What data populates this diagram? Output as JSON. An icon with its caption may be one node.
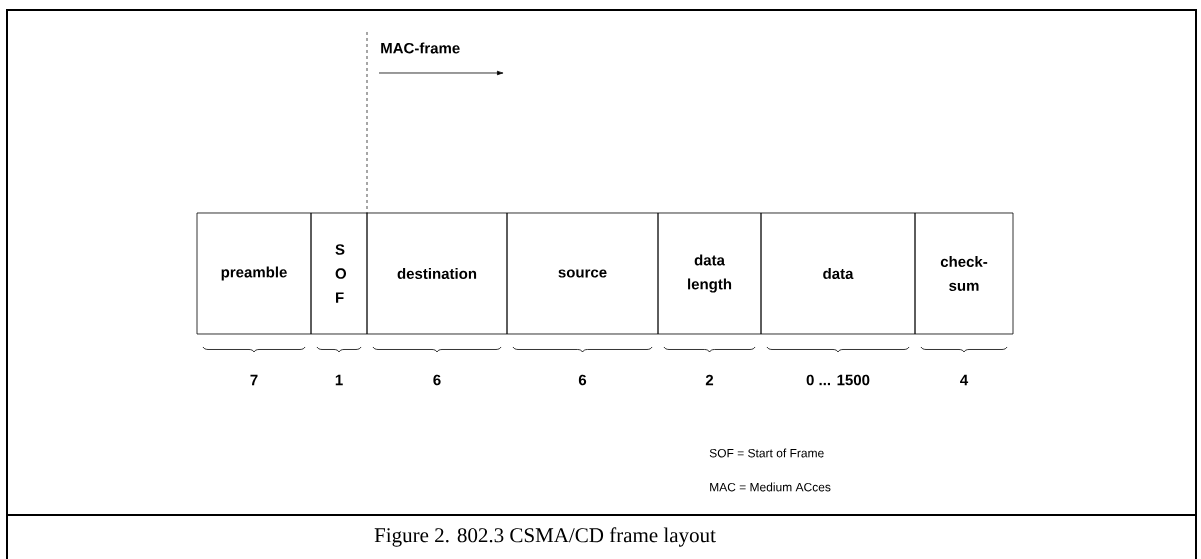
{
  "diagram": {
    "caption": "Figure 2. 802.3 CSMA/CD frame layout",
    "nodes": [
      {
        "text": [
          "preamble"
        ],
        "beside": [
          "7"
        ]
      },
      {
        "text": [
          "S O F"
        ],
        "beside": [
          "1"
        ]
      },
      {
        "text": [
          "destination"
        ],
        "beside": [
          "6"
        ]
      },
      {
        "text": [
          "source"
        ],
        "beside": [
          "6"
        ]
      },
      {
        "text": [
          "data length"
        ],
        "beside": [
          "2"
        ]
      },
      {
        "text": [
          "data"
        ],
        "beside": [
          "0 ... 1500"
        ]
      },
      {
        "text": [
          "check-sum"
        ],
        "beside": [
          "4"
        ]
      }
    ],
    "labels": [
      "MAC-frame",
      "SOF = Start of Frame",
      "MAC = Medium ACces"
    ]
  }
}
